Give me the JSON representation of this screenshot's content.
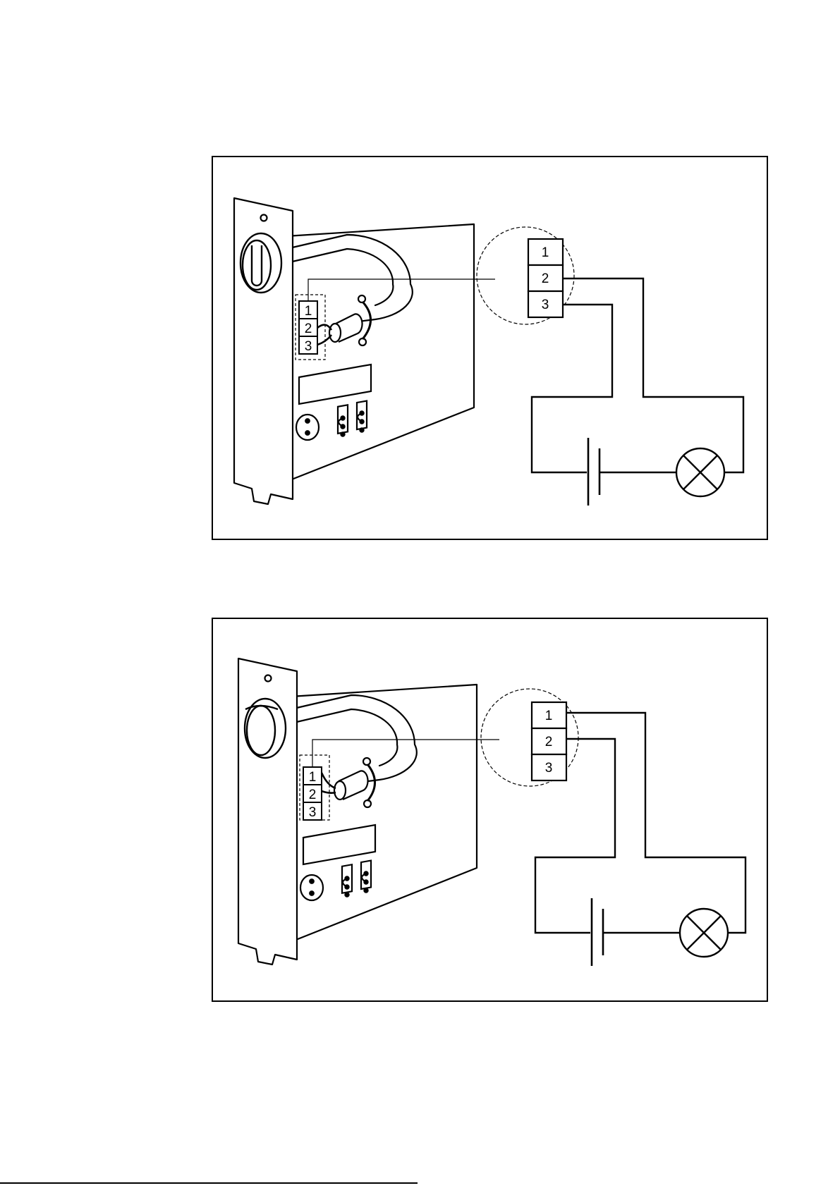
{
  "figures": [
    {
      "id": "top",
      "mounting_terminals": [
        "1",
        "2",
        "3"
      ],
      "enlarged_terminals": [
        "1",
        "2",
        "3"
      ],
      "wired_terminals": [
        "2",
        "3"
      ]
    },
    {
      "id": "bottom",
      "mounting_terminals": [
        "1",
        "2",
        "3"
      ],
      "enlarged_terminals": [
        "1",
        "2",
        "3"
      ],
      "wired_terminals": [
        "1",
        "2"
      ]
    }
  ],
  "icons": {
    "lock_cylinder": "lock-cylinder-icon",
    "reed_contact": "reed-contact-icon",
    "battery": "battery-icon",
    "lamp": "lamp-icon"
  },
  "colors": {
    "line": "#000000",
    "background": "#ffffff"
  }
}
